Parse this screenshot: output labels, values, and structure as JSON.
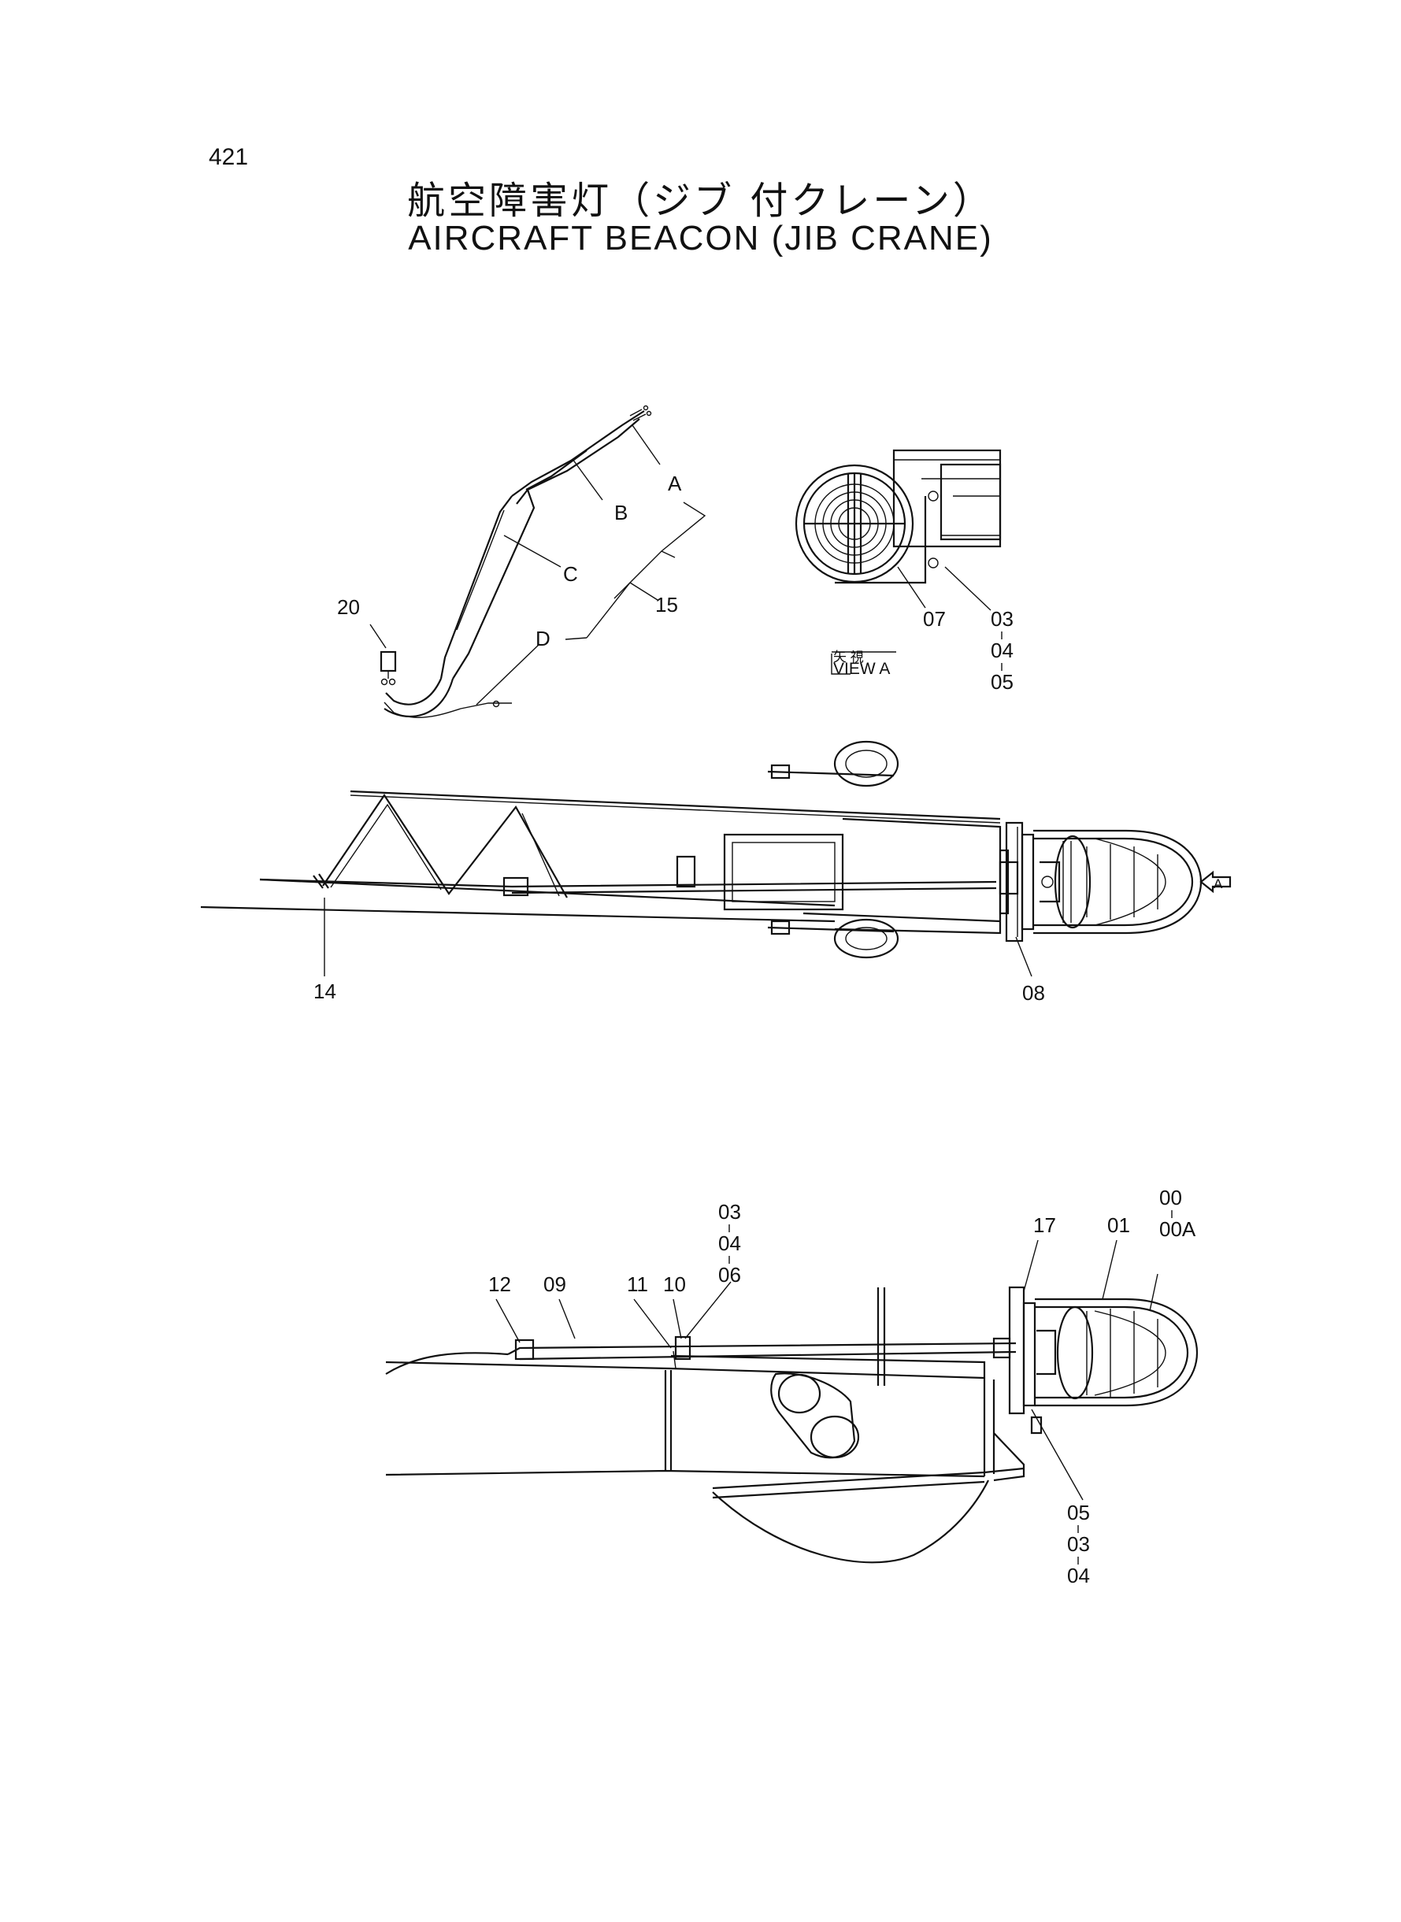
{
  "page_number": "421",
  "title_ja": "航空障害灯（ジブ 付クレーン）",
  "title_en": "AIRCRAFT BEACON (JIB CRANE)",
  "cable_diagram": {
    "segments": [
      "A",
      "B",
      "C",
      "D"
    ],
    "part_cable": "15",
    "part_connector": "20"
  },
  "view_a": {
    "box_kanji": "矢 視",
    "box_label": "VIEW  A",
    "part_bracket": "07",
    "part_stack": [
      "03",
      "04",
      "05"
    ]
  },
  "side_view": {
    "part_clamp": "14",
    "part_plate": "08",
    "arrow_label": "A"
  },
  "bottom_view": {
    "part_12": "12",
    "part_09": "09",
    "part_11": "11",
    "part_10": "10",
    "stack_top": [
      "03",
      "04",
      "06"
    ],
    "part_17": "17",
    "part_01": "01",
    "stack_lamp": [
      "00",
      "00A"
    ],
    "stack_bottom": [
      "05",
      "03",
      "04"
    ]
  }
}
